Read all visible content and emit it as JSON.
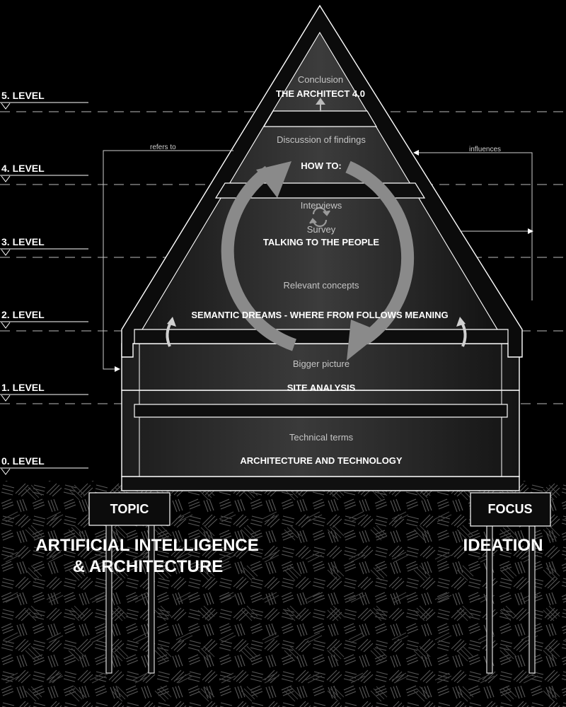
{
  "levels": [
    {
      "label": "5.  LEVEL"
    },
    {
      "label": "4.  LEVEL"
    },
    {
      "label": "3.  LEVEL"
    },
    {
      "label": "2.  LEVEL"
    },
    {
      "label": "1.  LEVEL"
    },
    {
      "label": "0.  LEVEL"
    }
  ],
  "annotations": {
    "refers_to": "refers to",
    "influences": "influences"
  },
  "floors": [
    {
      "subtitle": "Conclusion",
      "title": "THE ARCHITECT 4.0"
    },
    {
      "subtitle": "Discussion of findings",
      "title": "HOW TO:"
    },
    {
      "subtitle": "Interviews",
      "subtitle2": "Survey",
      "title": "TALKING TO THE PEOPLE"
    },
    {
      "subtitle": "Relevant concepts",
      "title": "SEMANTIC DREAMS - WHERE FROM FOLLOWS MEANING"
    },
    {
      "subtitle": "Bigger picture",
      "title": "SITE ANALYSIS"
    },
    {
      "subtitle": "Technical terms",
      "title": "ARCHITECTURE AND TECHNOLOGY"
    }
  ],
  "signs": {
    "topic_label": "TOPIC",
    "topic_value_line1": "ARTIFICIAL INTELLIGENCE",
    "topic_value_line2": "& ARCHITECTURE",
    "focus_label": "FOCUS",
    "focus_value": "IDEATION"
  },
  "colors": {
    "background": "#000000",
    "line": "#ffffff",
    "cycle_arrow": "#8a8a8a"
  }
}
